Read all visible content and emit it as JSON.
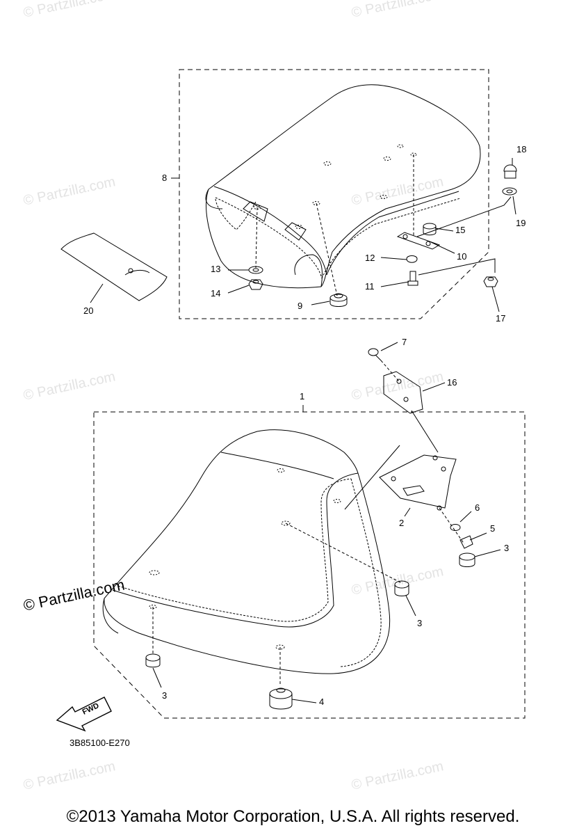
{
  "watermark": "© Partzilla.com",
  "diagram_code": "3B85100-E270",
  "fwd_label": "FWD",
  "copyright": "©2013 Yamaha Motor Corporation, U.S.A. All rights reserved.",
  "callouts": [
    {
      "id": "c18",
      "label": "18"
    },
    {
      "id": "c8",
      "label": "8"
    },
    {
      "id": "c19",
      "label": "19"
    },
    {
      "id": "c15",
      "label": "15"
    },
    {
      "id": "c10",
      "label": "10"
    },
    {
      "id": "c12",
      "label": "12"
    },
    {
      "id": "c13",
      "label": "13"
    },
    {
      "id": "c14",
      "label": "14"
    },
    {
      "id": "c11",
      "label": "11"
    },
    {
      "id": "c9",
      "label": "9"
    },
    {
      "id": "c17",
      "label": "17"
    },
    {
      "id": "c20",
      "label": "20"
    },
    {
      "id": "c7",
      "label": "7"
    },
    {
      "id": "c16",
      "label": "16"
    },
    {
      "id": "c1",
      "label": "1"
    },
    {
      "id": "c6",
      "label": "6"
    },
    {
      "id": "c5",
      "label": "5"
    },
    {
      "id": "c3a",
      "label": "3"
    },
    {
      "id": "c2",
      "label": "2"
    },
    {
      "id": "c3b",
      "label": "3"
    },
    {
      "id": "c3c",
      "label": "3"
    },
    {
      "id": "c4",
      "label": "4"
    }
  ]
}
